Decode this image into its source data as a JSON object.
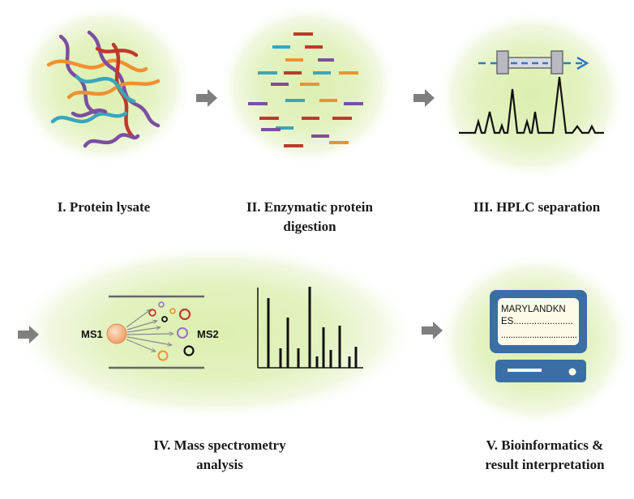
{
  "steps": [
    {
      "id": "lysate",
      "label_lines": [
        "I. Protein lysate"
      ]
    },
    {
      "id": "digestion",
      "label_lines": [
        "II. Enzymatic protein",
        "digestion"
      ]
    },
    {
      "id": "hplc",
      "label_lines": [
        "III. HPLC separation"
      ]
    },
    {
      "id": "ms",
      "label_lines": [
        "IV. Mass spectrometry",
        "analysis"
      ]
    },
    {
      "id": "bioinfo",
      "label_lines": [
        "V. Bioinformatics &",
        "result interpretation"
      ]
    }
  ],
  "ms_panel": {
    "ms1_label": "MS1",
    "ms2_label": "MS2"
  },
  "computer": {
    "screen_lines": [
      "MARYLANDKN",
      "ES.......................",
      "................................"
    ]
  },
  "colors": {
    "glow_center": "#dff0b4",
    "glow_edge": "#ffffff",
    "arrow": "#7f7f7f",
    "peptide_red": "#c0392b",
    "peptide_teal": "#3aa6bd",
    "peptide_orange": "#f0912f",
    "peptide_purple": "#7b4f9e",
    "hplc_dash": "#2e7bc0",
    "computer_body": "#3a6ea5",
    "computer_screen": "#fdfbe8"
  },
  "icons": [
    "right-arrow-icon",
    "hplc-column-icon",
    "computer-icon"
  ]
}
